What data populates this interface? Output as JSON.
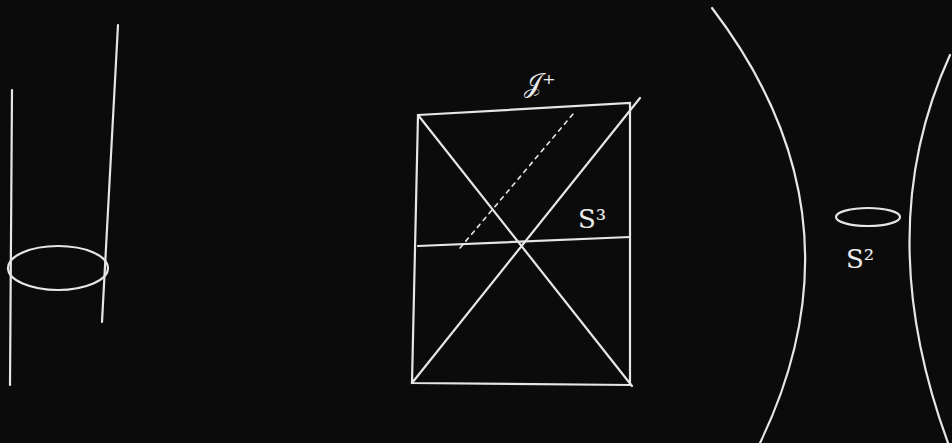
{
  "diagram": {
    "labels": [
      "𝒥⁺",
      "S³",
      "S²"
    ]
  }
}
